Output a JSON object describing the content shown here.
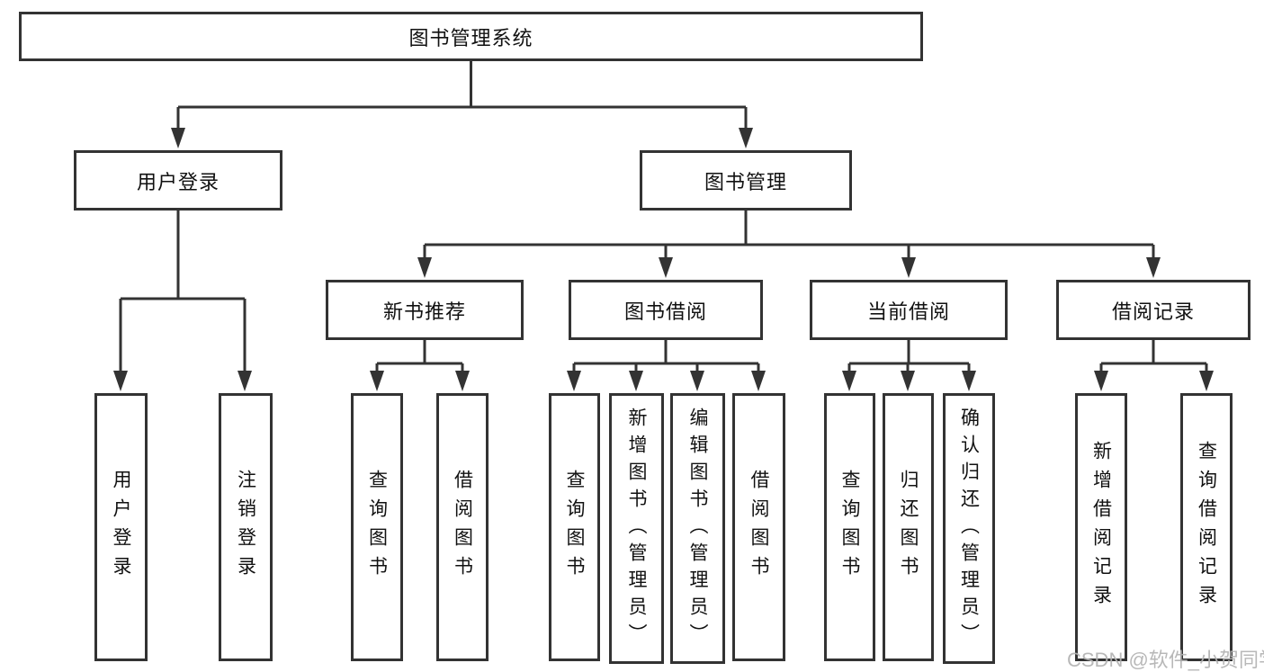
{
  "diagram": {
    "root": {
      "label": "图书管理系统"
    },
    "user_login": {
      "label": "用户登录",
      "children": [
        {
          "label": "用户登录"
        },
        {
          "label": "注销登录"
        }
      ]
    },
    "book_management": {
      "label": "图书管理",
      "sections": [
        {
          "label": "新书推荐",
          "children": [
            {
              "label": "查询图书"
            },
            {
              "label": "借阅图书"
            }
          ]
        },
        {
          "label": "图书借阅",
          "children": [
            {
              "label": "查询图书"
            },
            {
              "label": "新增图书（管理员）"
            },
            {
              "label": "编辑图书（管理员）"
            },
            {
              "label": "借阅图书"
            }
          ]
        },
        {
          "label": "当前借阅",
          "children": [
            {
              "label": "查询图书"
            },
            {
              "label": "归还图书"
            },
            {
              "label": "确认归还（管理员）"
            }
          ]
        },
        {
          "label": "借阅记录",
          "children": [
            {
              "label": "新增借阅记录"
            },
            {
              "label": "查询借阅记录"
            }
          ]
        }
      ]
    }
  },
  "watermark": {
    "text": "CSDN @软件_小贺同学"
  },
  "colors": {
    "line": "#333333",
    "text": "#111111",
    "background": "#ffffff",
    "watermark_text": "#b3b3b3"
  }
}
